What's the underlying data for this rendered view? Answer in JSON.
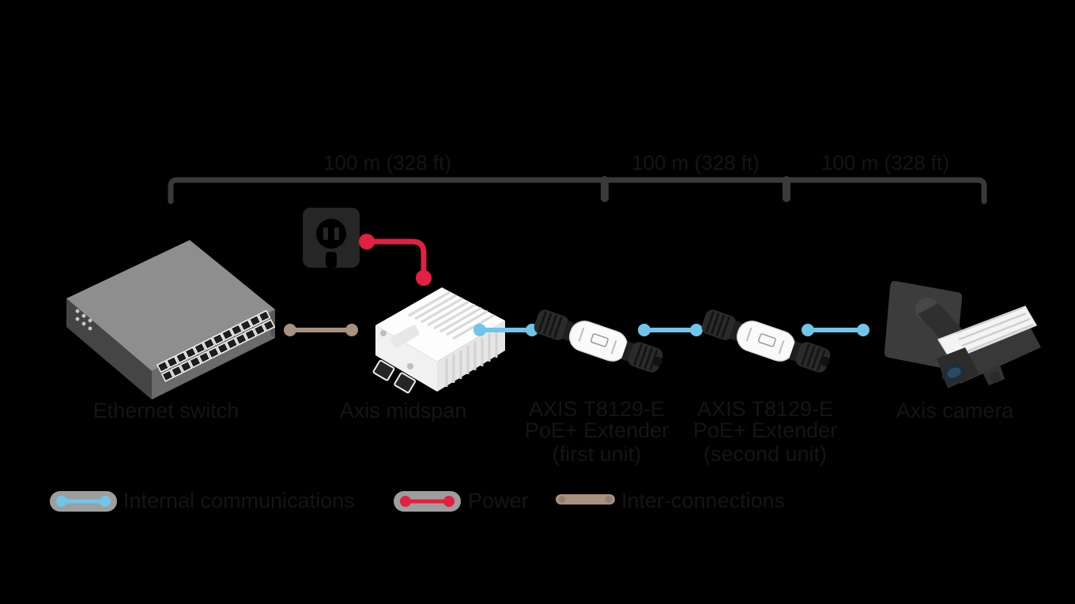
{
  "distance_labels": [
    "100 m (328 ft)",
    "100 m (328 ft)",
    "100 m (328 ft)"
  ],
  "device_labels": {
    "switch": "Ethernet switch",
    "midspan": "Axis midspan",
    "extender1": {
      "line1": "AXIS T8129-E",
      "line2": "PoE+ Extender",
      "line3": "(first unit)"
    },
    "extender2": {
      "line1": "AXIS T8129-E",
      "line2": "PoE+ Extender",
      "line3": "(second unit)"
    },
    "camera": "Axis camera"
  },
  "legend": {
    "items": [
      {
        "swatch": "blue-connector-line",
        "label": "Internal communications",
        "color": "#70c6e9"
      },
      {
        "swatch": "red-connector-line",
        "label": "Power",
        "color": "#e3203f"
      },
      {
        "swatch": "tan-connector-line",
        "label": "Inter-connections",
        "color": "#a7917f"
      }
    ]
  },
  "colors": {
    "background": "#000000",
    "dimension_bracket": "#3a3a3a",
    "label_text": "#151515",
    "ethernet_poe_line": "#70c6e9",
    "power_line": "#e3203f",
    "interconnect_line": "#a7917f",
    "legend_pill": "#9e9e9e"
  }
}
